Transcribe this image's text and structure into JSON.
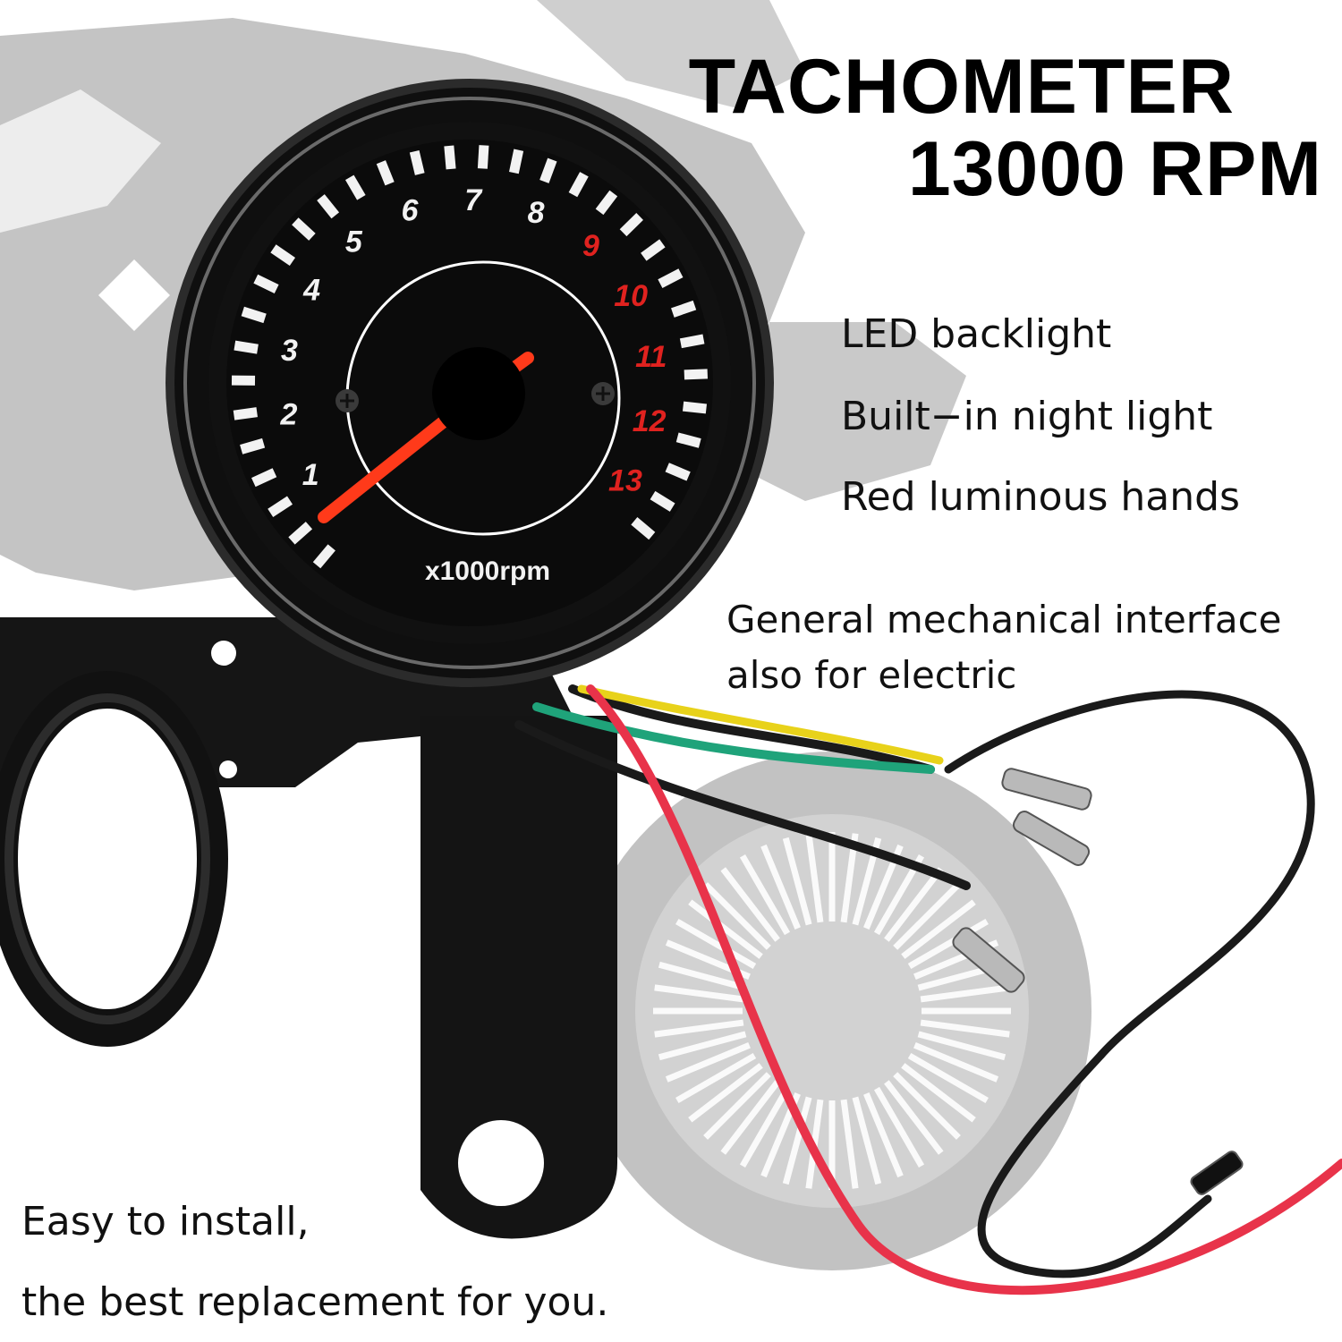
{
  "headline": {
    "line1": "TACHOMETER",
    "line2": "13000 RPM"
  },
  "features": [
    "LED backlight",
    "Built−in night light",
    "Red luminous hands"
  ],
  "interface_note": {
    "line1": "General mechanical interface",
    "line2": "also for electric"
  },
  "install_note": {
    "line1": "Easy to install,",
    "line2": "the best replacement for you."
  },
  "gauge": {
    "unit_label": "x1000rpm",
    "numerals": [
      "1",
      "2",
      "3",
      "4",
      "5",
      "6",
      "7",
      "8",
      "9",
      "10",
      "11",
      "12",
      "13"
    ],
    "red_from": 9,
    "needle_value": 0
  },
  "colors": {
    "face": "#0b0b0b",
    "bezel": "#1a1a1a",
    "numeral_white": "#f2f2f2",
    "numeral_red": "#e0221f",
    "needle": "#ff3a1a",
    "wire_red": "#e8334a",
    "wire_yellow": "#e8d21a",
    "wire_green": "#1fa37a",
    "wire_black": "#1a1a1a",
    "silhouette": "#bdbdbd"
  }
}
